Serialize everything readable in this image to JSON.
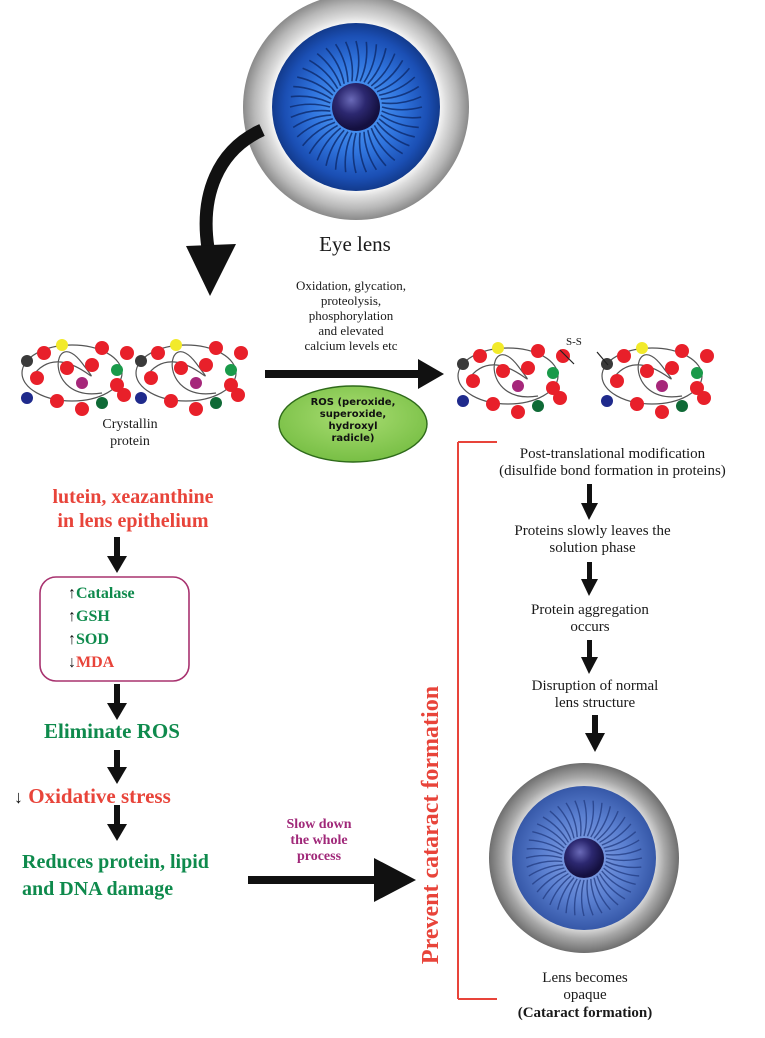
{
  "eye_lens": {
    "label": "Eye lens"
  },
  "process": {
    "causes": "Oxidation, glycation,\nproteolysis,\nphosphorylation\nand elevated\ncalcium levels etc",
    "ros": "ROS (peroxide,\nsuperoxide,\nhydroxyl\nradicle)",
    "disulfide_label": "S-S"
  },
  "crystallin": {
    "label": "Crystallin\nprotein"
  },
  "left_pathway": {
    "carotenoids": "lutein, xeazanthine\nin lens epithelium",
    "markers": [
      {
        "arrow": "↑",
        "label": "Catalase",
        "color": "#0e8a4c"
      },
      {
        "arrow": "↑",
        "label": "GSH",
        "color": "#0e8a4c"
      },
      {
        "arrow": "↑",
        "label": "SOD",
        "color": "#0e8a4c"
      },
      {
        "arrow": "↓",
        "label": "MDA",
        "color": "#e8443a"
      }
    ],
    "eliminate": "Eliminate ROS",
    "oxidative_arrow": "↓",
    "oxidative": "Oxidative stress",
    "reduces": "Reduces protein, lipid\nand DNA damage",
    "slow_down": "Slow down\nthe whole\nprocess"
  },
  "right_pathway": {
    "steps": [
      "Post-translational modification\n(disulfide bond formation in proteins)",
      "Proteins slowly leaves the\nsolution phase",
      "Protein aggregation\noccurs",
      "Disruption of normal\nlens structure"
    ],
    "prevent": "Prevent cataract formation",
    "opaque": "Lens becomes\nopaque",
    "cataract": "(Cataract formation)"
  },
  "colors": {
    "red": "#e8443a",
    "green": "#0e8a4c",
    "plum": "#a02879",
    "ros_fill": "#8fce5a",
    "lens_blue": "#2f6fd6",
    "cataract_blue": "#5a7fd0"
  }
}
